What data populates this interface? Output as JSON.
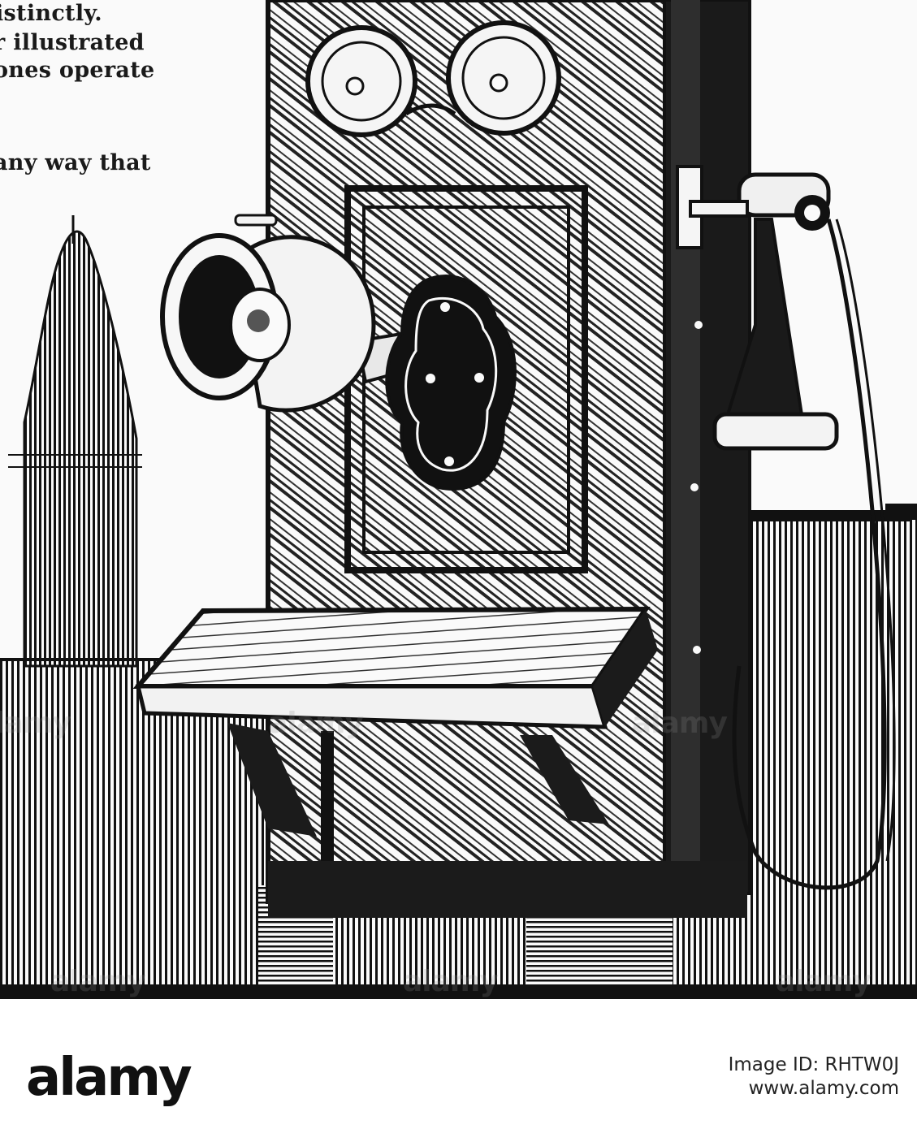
{
  "text_fragments": [
    "istinctly.",
    "r illustrated",
    "ones operate",
    "any way that"
  ],
  "brand": "alamy",
  "image_id": "Image ID: RHTW0J",
  "site": "www.alamy.com",
  "colors": {
    "ink": "#111111",
    "paper": "#fafafa",
    "strip": "#ffffff"
  },
  "illustration": "wall-telephone-engraving"
}
